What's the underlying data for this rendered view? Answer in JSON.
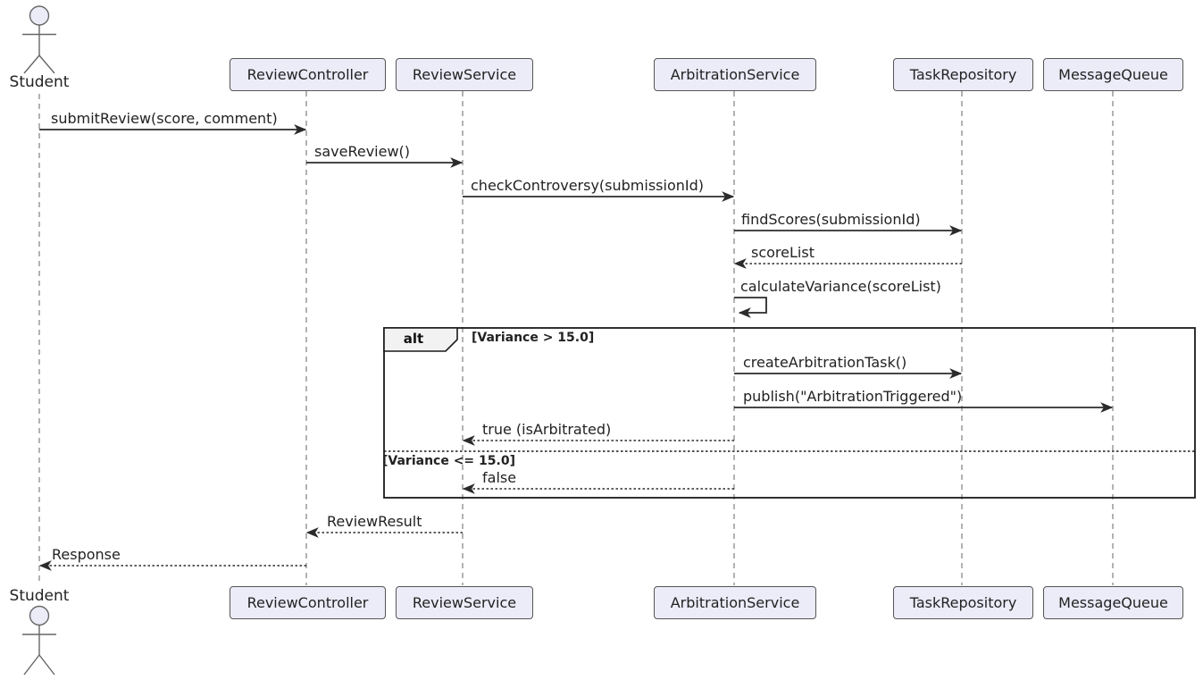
{
  "diagram_type": "uml-sequence-diagram",
  "participants": [
    {
      "label": "Student",
      "kind": "actor"
    },
    {
      "label": "ReviewController",
      "kind": "participant"
    },
    {
      "label": "ReviewService",
      "kind": "participant"
    },
    {
      "label": "ArbitrationService",
      "kind": "participant"
    },
    {
      "label": "TaskRepository",
      "kind": "participant"
    },
    {
      "label": "MessageQueue",
      "kind": "participant"
    }
  ],
  "messages": [
    {
      "from": "Student",
      "to": "ReviewController",
      "text": "submitReview(score, comment)",
      "line": "solid"
    },
    {
      "from": "ReviewController",
      "to": "ReviewService",
      "text": "saveReview()",
      "line": "solid"
    },
    {
      "from": "ReviewService",
      "to": "ArbitrationService",
      "text": "checkControversy(submissionId)",
      "line": "solid"
    },
    {
      "from": "ArbitrationService",
      "to": "TaskRepository",
      "text": "findScores(submissionId)",
      "line": "solid"
    },
    {
      "from": "TaskRepository",
      "to": "ArbitrationService",
      "text": "scoreList",
      "line": "dotted"
    },
    {
      "from": "ArbitrationService",
      "to": "ArbitrationService",
      "text": "calculateVariance(scoreList)",
      "line": "self"
    },
    {
      "from": "ArbitrationService",
      "to": "TaskRepository",
      "text": "createArbitrationTask()",
      "line": "solid"
    },
    {
      "from": "ArbitrationService",
      "to": "MessageQueue",
      "text": "publish(\"ArbitrationTriggered\")",
      "line": "solid"
    },
    {
      "from": "ArbitrationService",
      "to": "ReviewService",
      "text": "true (isArbitrated)",
      "line": "dotted"
    },
    {
      "from": "ArbitrationService",
      "to": "ReviewService",
      "text": "false",
      "line": "dotted"
    },
    {
      "from": "ReviewService",
      "to": "ReviewController",
      "text": "ReviewResult",
      "line": "dotted"
    },
    {
      "from": "ReviewController",
      "to": "Student",
      "text": "Response",
      "line": "dotted"
    }
  ],
  "alt_frame": {
    "label": "alt",
    "guard_true": "[Variance > 15.0]",
    "guard_false": "[Variance <= 15.0]"
  },
  "colors": {
    "background": "#FFFFFF",
    "participant_fill": "#ECECF9",
    "participant_border": "#555555",
    "lifeline": "#808080",
    "message_line": "#2B2B2B",
    "frame_border": "#1A1A1A",
    "frame_label_fill": "#F2F2F2",
    "text": "#222222"
  }
}
